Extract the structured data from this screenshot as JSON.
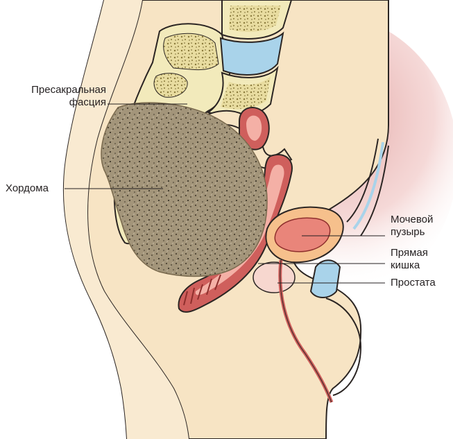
{
  "labels": {
    "presacral_line1": "Пресакральная",
    "presacral_line2": "фасция",
    "chordoma": "Хордома",
    "bladder_line1": "Мочевой",
    "bladder_line2": "пузырь",
    "rectum_line1": "Прямая",
    "rectum_line2": "кишка",
    "prostate": "Простата"
  },
  "colors": {
    "skin": "#f7e4c4",
    "outline": "#2b2523",
    "bone": "#f2eabb",
    "bone_texture": "#8a7a3a",
    "disc": "#a9d3ea",
    "tumor": "#9a8a6c",
    "tumor_dots": "#3b3226",
    "bowel": "#cf5f5c",
    "bowel_inner": "#f4b0a6",
    "bladder_wall": "#f6c08c",
    "bladder_inner": "#e9857a",
    "prostate": "#f7d7cf",
    "pelvic_shade": "#e6a6a2",
    "symphysis": "#a9d3ea"
  }
}
